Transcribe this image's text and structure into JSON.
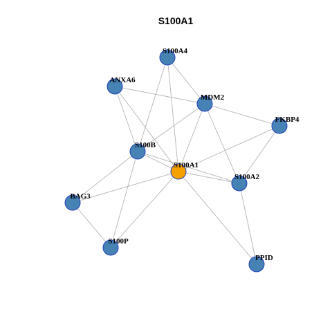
{
  "title": "S100A1",
  "colors": {
    "center_node": "#f5a200",
    "node": "#4682b4",
    "node_border": "#1f3fbf",
    "edge": "#b3b3b3"
  },
  "graph": {
    "nodes": [
      {
        "id": "S100A4",
        "label": "S100A4",
        "role": "neighbor"
      },
      {
        "id": "ANXA6",
        "label": "ANXA6",
        "role": "neighbor"
      },
      {
        "id": "MDM2",
        "label": "MDM2",
        "role": "neighbor"
      },
      {
        "id": "FKBP4",
        "label": "FKBP4",
        "role": "neighbor"
      },
      {
        "id": "S100B",
        "label": "S100B",
        "role": "neighbor"
      },
      {
        "id": "S100A1",
        "label": "S100A1",
        "role": "center"
      },
      {
        "id": "S100A2",
        "label": "S100A2",
        "role": "neighbor"
      },
      {
        "id": "BAG3",
        "label": "BAG3",
        "role": "neighbor"
      },
      {
        "id": "S100P",
        "label": "S100P",
        "role": "neighbor"
      },
      {
        "id": "PPID",
        "label": "PPID",
        "role": "neighbor"
      }
    ],
    "edges": [
      [
        "S100A4",
        "MDM2"
      ],
      [
        "S100A4",
        "S100B"
      ],
      [
        "S100A4",
        "S100A1"
      ],
      [
        "ANXA6",
        "MDM2"
      ],
      [
        "ANXA6",
        "S100B"
      ],
      [
        "ANXA6",
        "S100A1"
      ],
      [
        "MDM2",
        "FKBP4"
      ],
      [
        "MDM2",
        "S100B"
      ],
      [
        "MDM2",
        "S100A1"
      ],
      [
        "MDM2",
        "S100A2"
      ],
      [
        "FKBP4",
        "S100A1"
      ],
      [
        "FKBP4",
        "S100A2"
      ],
      [
        "S100B",
        "S100A1"
      ],
      [
        "S100B",
        "S100A2"
      ],
      [
        "S100B",
        "BAG3"
      ],
      [
        "S100B",
        "S100P"
      ],
      [
        "S100A1",
        "S100A2"
      ],
      [
        "S100A1",
        "BAG3"
      ],
      [
        "S100A1",
        "S100P"
      ],
      [
        "S100A1",
        "PPID"
      ],
      [
        "S100A2",
        "PPID"
      ],
      [
        "BAG3",
        "S100P"
      ]
    ]
  }
}
